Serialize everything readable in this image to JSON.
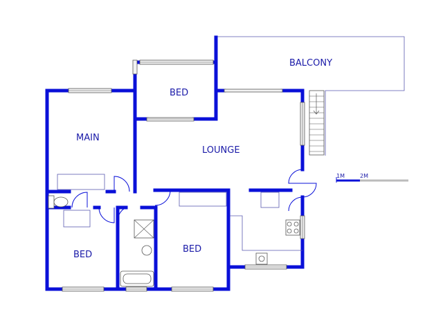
{
  "rooms": {
    "balcony": "BALCONY",
    "bed_top": "BED",
    "main": "MAIN",
    "lounge": "LOUNGE",
    "bed_left": "BED",
    "bed_right": "BED"
  },
  "scale": {
    "label_1": "1M",
    "label_2": "2M"
  },
  "colors": {
    "wall": "#0a10d8",
    "label": "#1a1aa8"
  }
}
